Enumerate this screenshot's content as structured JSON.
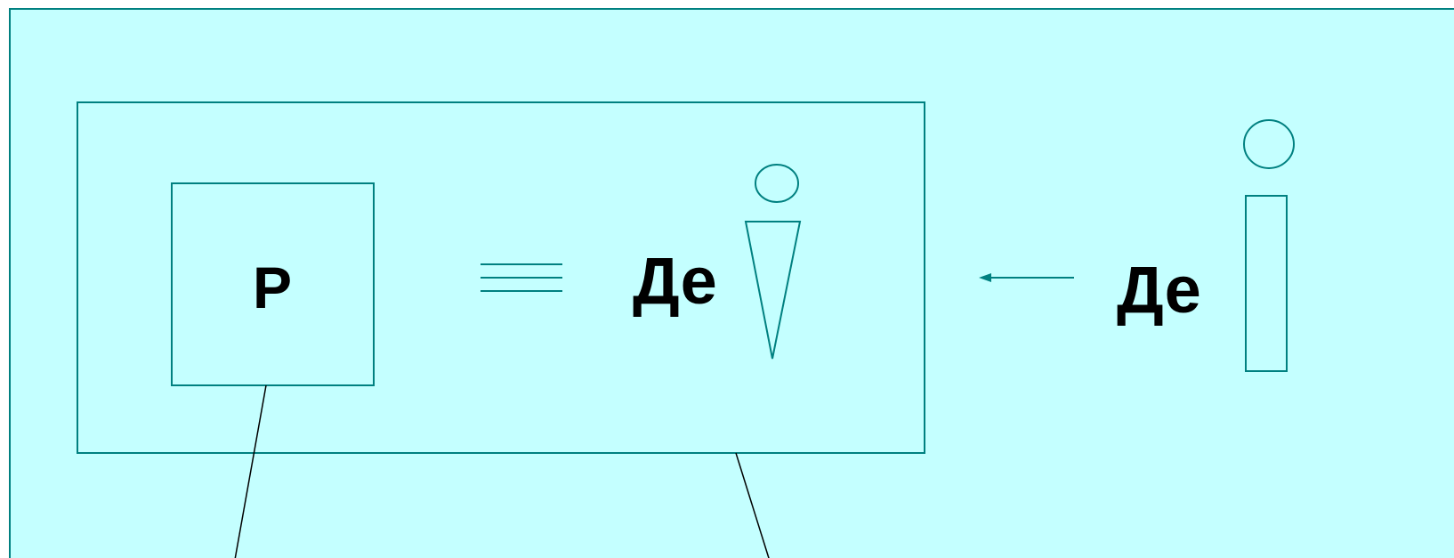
{
  "labels": {
    "p_box": "Р",
    "de_inner": "Де",
    "de_outer": "Де"
  },
  "colors": {
    "background": "#c4ffff",
    "stroke": "#008080",
    "text": "#000000",
    "line": "#000000"
  }
}
